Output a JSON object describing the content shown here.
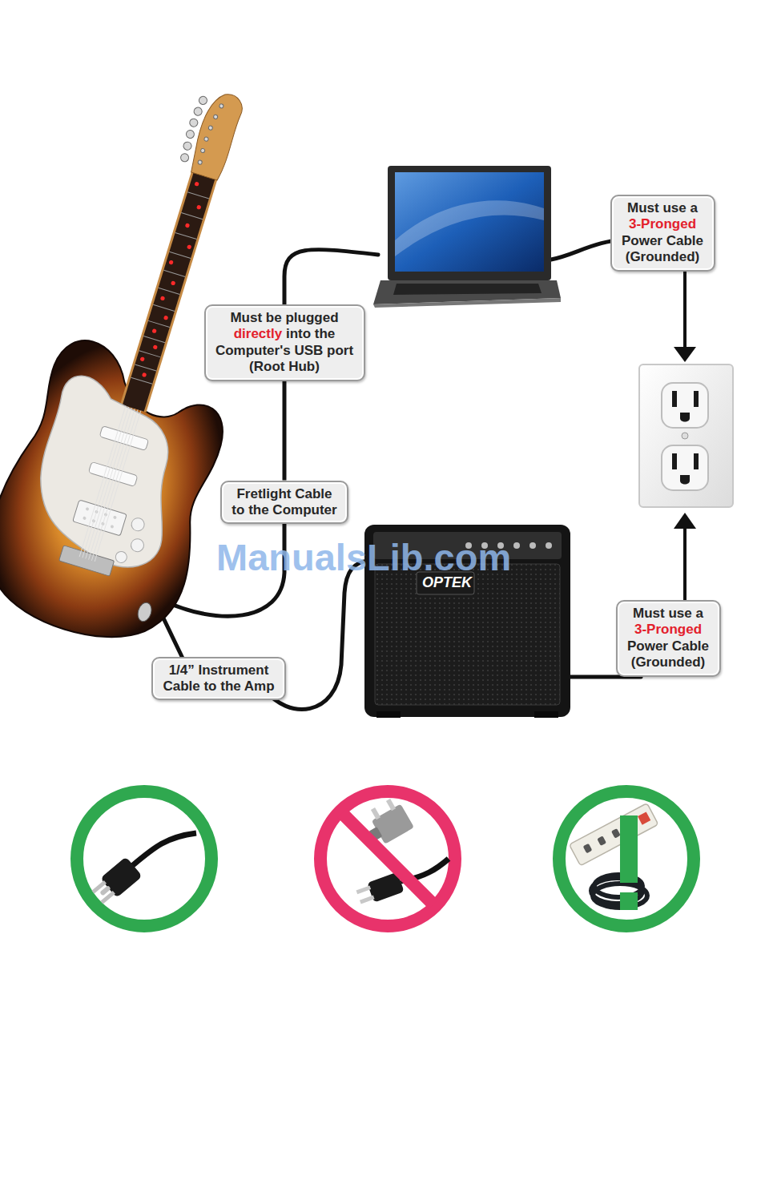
{
  "diagram": {
    "nodes": [
      {
        "text": [
          "Must use a 3-Pronged Power Cable (Grounded)"
        ]
      },
      {
        "text": [
          "Must be plugged directly into the Computer's USB port (Root Hub)"
        ]
      },
      {
        "text": [
          "Fretlight Cable to the Computer"
        ]
      },
      {
        "text": [
          "1/4” Instrument Cable to the Amp"
        ]
      },
      {
        "text": [
          "Must use a 3-Pronged Power Cable (Grounded)"
        ]
      }
    ],
    "edges": [
      {
        "from": 1,
        "to": 2,
        "arrow": "none"
      }
    ],
    "labels": [
      "OPTEK",
      "ManualsLib.com"
    ]
  }
}
